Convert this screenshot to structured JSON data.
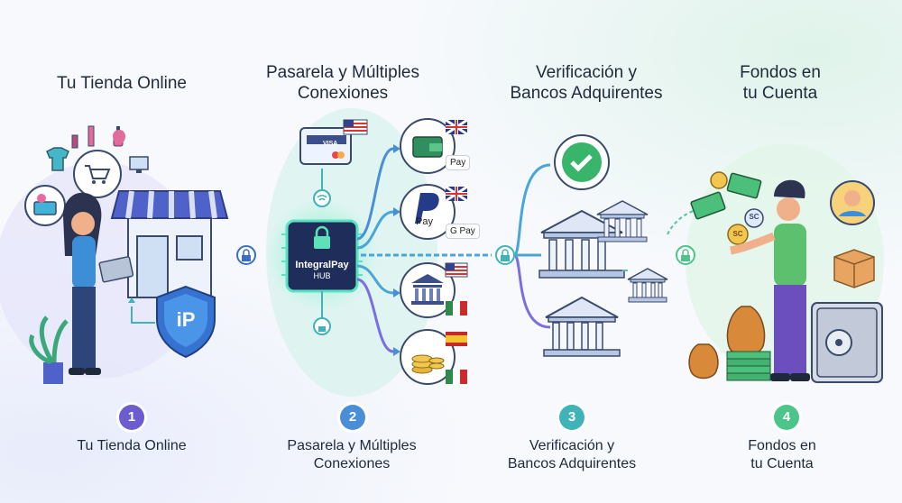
{
  "titles": {
    "s1": "Tu Tienda Online",
    "s2": "Pasarela y Múltiples Conexiones",
    "s2_line1": "Pasarela y Múltiples",
    "s2_line2": "Conexiones",
    "s3_line1": "Verificación y",
    "s3_line2": "Bancos Adquirentes",
    "s4_line1": "Fondos en",
    "s4_line2": "tu Cuenta"
  },
  "hub": {
    "title": "IntegralPay",
    "subtitle": "HUB"
  },
  "shield_text": "iP",
  "payment_tags": {
    "visa": "VISA",
    "apple_pay_1": "Pay",
    "apple_pay_2": "Pay",
    "google_pay": "G Pay"
  },
  "coin_labels": {
    "sc1": "SC",
    "sc2": "SC"
  },
  "steps": [
    {
      "number": "1",
      "color": "#6d5bd0"
    },
    {
      "number": "2",
      "color": "#4a8fd6"
    },
    {
      "number": "3",
      "color": "#3fb3b8"
    },
    {
      "number": "4",
      "color": "#4cc48a"
    }
  ],
  "captions": {
    "c1": "Tu Tienda Online",
    "c2_line1": "Pasarela y Múltiples",
    "c2_line2": "Conexiones",
    "c3_line1": "Verificación y",
    "c3_line2": "Bancos Adquirentes",
    "c4_line1": "Fondos en",
    "c4_line2": "tu Cuenta"
  },
  "icons": [
    "store-icon",
    "shopping-cart-icon",
    "shield-icon",
    "lock-icon",
    "wallet-icon",
    "paypal-icon",
    "bank-icon",
    "coins-icon",
    "check-icon",
    "safe-icon",
    "money-bag-icon",
    "package-icon",
    "avatar-icon",
    "flag-uk-icon",
    "flag-us-icon",
    "flag-mexico-icon",
    "flag-spain-icon"
  ]
}
